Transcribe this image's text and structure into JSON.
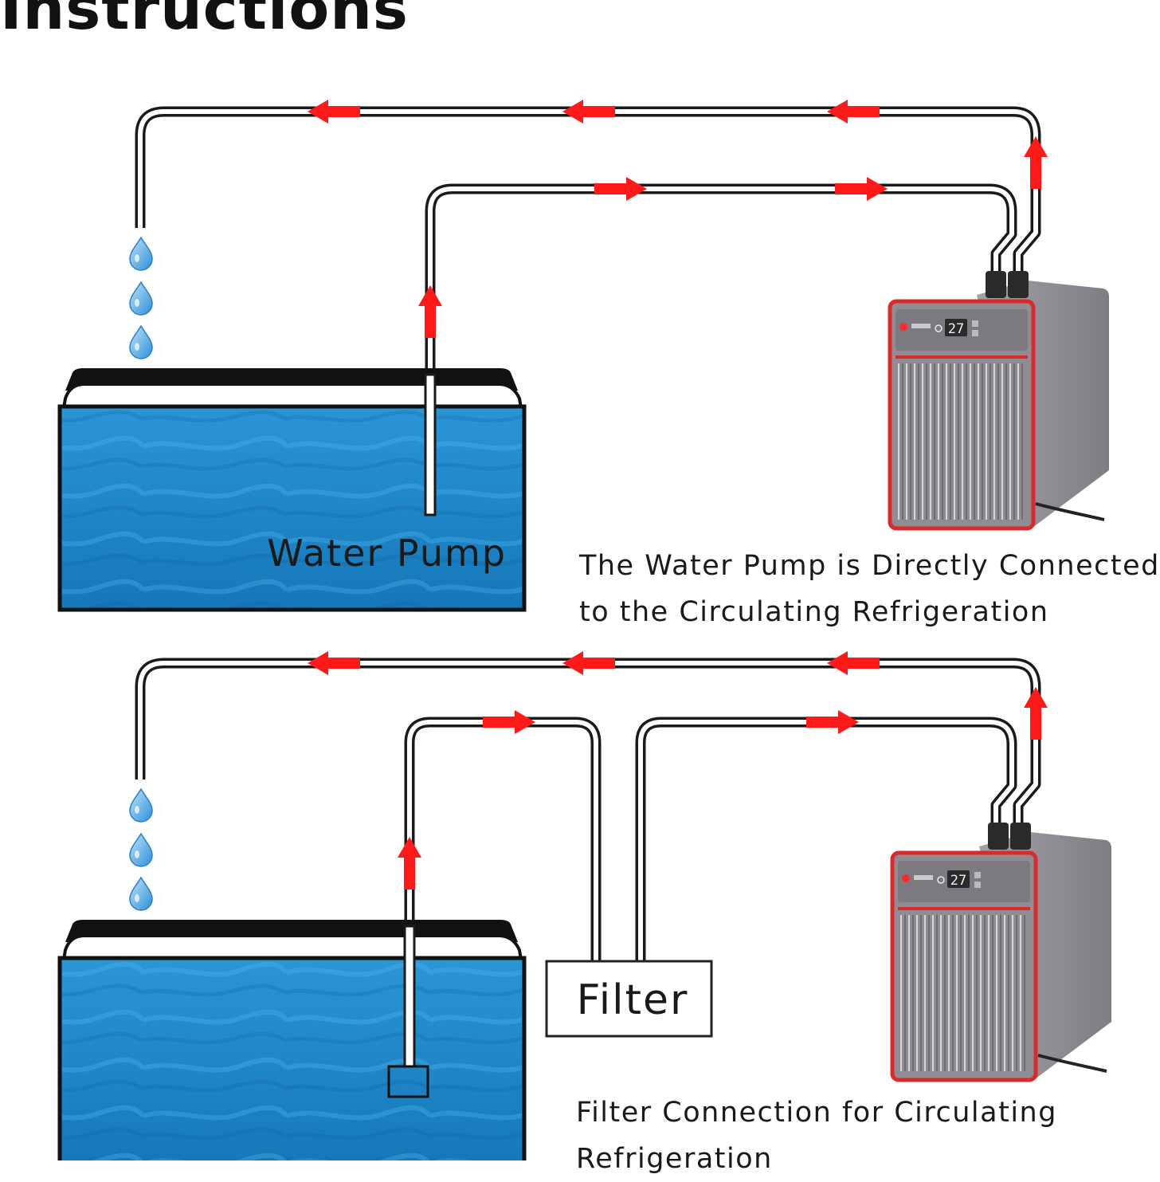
{
  "title": "Instructions",
  "diagram_1": {
    "tank_label": "Water Pump",
    "caption_lines": [
      "The Water Pump is Directly Connected",
      "to the Circulating Refrigeration"
    ]
  },
  "diagram_2": {
    "filter_label": "Filter",
    "caption_lines": [
      "Filter Connection for Circulating",
      "Refrigeration"
    ]
  },
  "chiller": {
    "display_reading": "27"
  },
  "colors": {
    "flow_arrow": "#ff1a1a",
    "water": "#1f86c8",
    "water_drop": "#4aa8e8",
    "chiller_body": "#8f8c93",
    "chiller_trim": "#d92b2b",
    "pipe": "#1a1a1a"
  }
}
